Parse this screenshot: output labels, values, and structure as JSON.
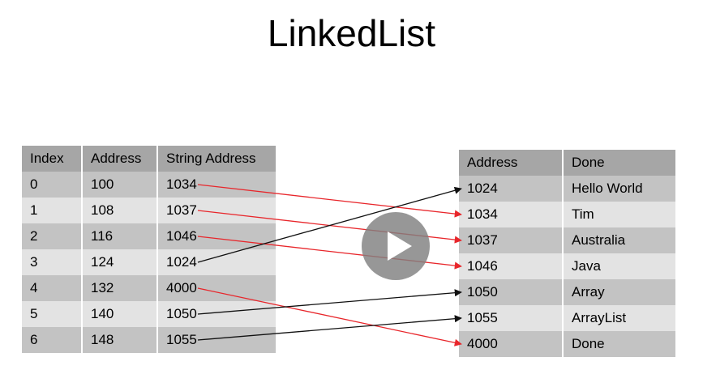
{
  "slide": {
    "title": "LinkedList"
  },
  "left_table": {
    "headers": [
      "Index",
      "Address",
      "String Address"
    ],
    "rows": [
      [
        "0",
        "100",
        "1034"
      ],
      [
        "1",
        "108",
        "1037"
      ],
      [
        "2",
        "116",
        "1046"
      ],
      [
        "3",
        "124",
        "1024"
      ],
      [
        "4",
        "132",
        "4000"
      ],
      [
        "5",
        "140",
        "1050"
      ],
      [
        "6",
        "148",
        "1055"
      ]
    ]
  },
  "right_table": {
    "headers": [
      "Address",
      "Done"
    ],
    "rows": [
      [
        "1024",
        "Hello World"
      ],
      [
        "1034",
        "Tim"
      ],
      [
        "1037",
        "Australia"
      ],
      [
        "1046",
        "Java"
      ],
      [
        "1050",
        "Array"
      ],
      [
        "1055",
        "ArrayList"
      ],
      [
        "4000",
        "Done"
      ]
    ]
  },
  "links": [
    {
      "from_row": 0,
      "to_row": 1,
      "color": "#e8262b"
    },
    {
      "from_row": 1,
      "to_row": 2,
      "color": "#e8262b"
    },
    {
      "from_row": 2,
      "to_row": 3,
      "color": "#e8262b"
    },
    {
      "from_row": 3,
      "to_row": 0,
      "color": "#111111"
    },
    {
      "from_row": 4,
      "to_row": 6,
      "color": "#e8262b"
    },
    {
      "from_row": 5,
      "to_row": 4,
      "color": "#111111"
    },
    {
      "from_row": 6,
      "to_row": 5,
      "color": "#111111"
    }
  ],
  "player": {
    "icon": "play-icon",
    "color": "#808080"
  }
}
